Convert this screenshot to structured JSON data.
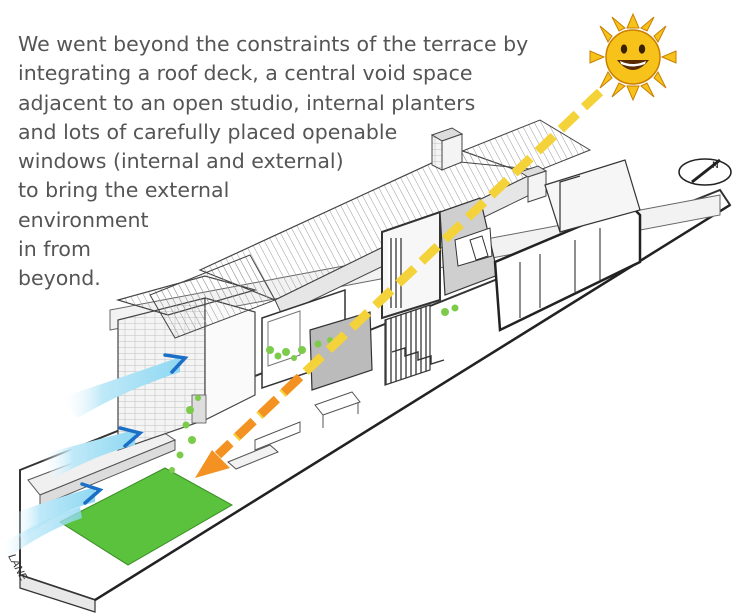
{
  "description_lines": [
    "We went beyond the constraints of the terrace by",
    "integrating a roof deck, a central void space",
    "adjacent to an open studio, internal planters",
    "and lots of carefully placed openable",
    "windows (internal and external)",
    "to bring the external",
    "environment",
    "in from",
    "beyond."
  ],
  "lane_label": "LANE",
  "north_label": "N",
  "icons": {
    "sun": "smiling-sun-icon",
    "north": "north-arrow-icon",
    "wind": "wind-arrow-icon",
    "sunlight": "sunlight-ray-icon"
  },
  "colors": {
    "sun_yellow": "#f7c21a",
    "sun_ray": "#f3d23a",
    "ray_orange": "#f39222",
    "wind_blue": "#8fd8f2",
    "wind_arrow_blue": "#1b6fc7",
    "lawn_green": "#5ac23d",
    "planter_green": "#7ccb4a",
    "line_gray": "#555555"
  }
}
